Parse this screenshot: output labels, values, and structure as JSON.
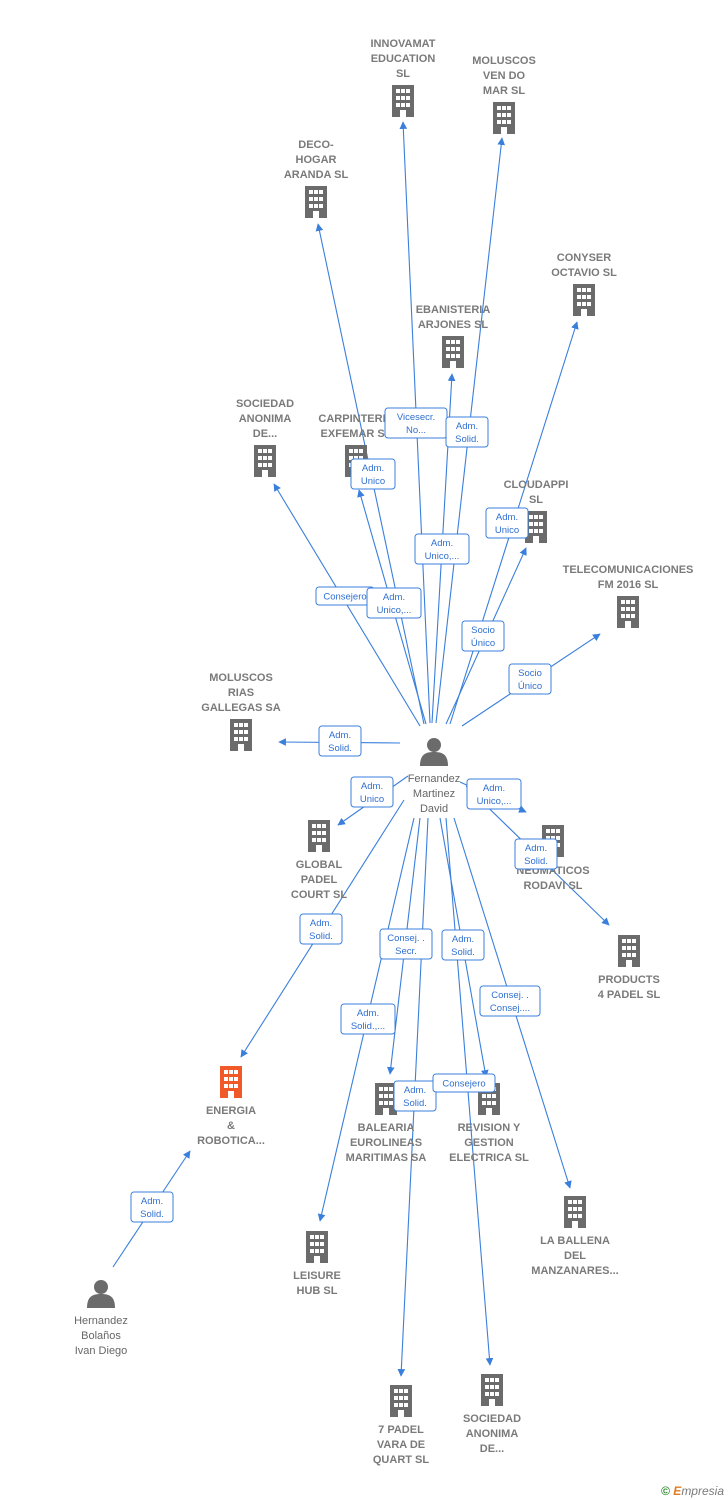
{
  "center": {
    "lines": [
      "Fernandez",
      "Martinez",
      "David"
    ],
    "kind": "person"
  },
  "nodes": [
    {
      "id": "innovamat",
      "lines": [
        "INNOVAMAT",
        "EDUCATION",
        "SL"
      ],
      "kind": "company"
    },
    {
      "id": "moluscos-ven",
      "lines": [
        "MOLUSCOS",
        "VEN DO",
        "MAR  SL"
      ],
      "kind": "company"
    },
    {
      "id": "deco-hogar",
      "lines": [
        "DECO-",
        "HOGAR",
        "ARANDA  SL"
      ],
      "kind": "company"
    },
    {
      "id": "conyser",
      "lines": [
        "CONYSER",
        "OCTAVIO SL"
      ],
      "kind": "company"
    },
    {
      "id": "ebanisteria",
      "lines": [
        "EBANISTERIA",
        "ARJONES  SL"
      ],
      "kind": "company"
    },
    {
      "id": "sociedad-top",
      "lines": [
        "SOCIEDAD",
        "ANONIMA",
        "DE..."
      ],
      "kind": "company"
    },
    {
      "id": "carpinteria",
      "lines": [
        "CARPINTERIA",
        "EXFEMAR  SL"
      ],
      "kind": "company"
    },
    {
      "id": "cloudappi",
      "lines": [
        "CLOUDAPPI",
        "SL"
      ],
      "kind": "company"
    },
    {
      "id": "telecom",
      "lines": [
        "TELECOMUNICACIONES",
        "FM 2016  SL"
      ],
      "kind": "company"
    },
    {
      "id": "moluscos-rias",
      "lines": [
        "MOLUSCOS",
        "RIAS",
        "GALLEGAS SA"
      ],
      "kind": "company"
    },
    {
      "id": "global-padel",
      "lines": [
        "GLOBAL",
        "PADEL",
        "COURT  SL"
      ],
      "kind": "company"
    },
    {
      "id": "neumaticos",
      "lines": [
        "NEUMATICOS",
        "RODAVI SL"
      ],
      "kind": "company"
    },
    {
      "id": "products",
      "lines": [
        "PRODUCTS",
        "4 PADEL  SL"
      ],
      "kind": "company"
    },
    {
      "id": "energia",
      "lines": [
        "ENERGIA",
        "&",
        "ROBOTICA..."
      ],
      "kind": "company-highlight"
    },
    {
      "id": "balearia",
      "lines": [
        "BALEARIA",
        "EUROLINEAS",
        "MARITIMAS SA"
      ],
      "kind": "company"
    },
    {
      "id": "revision",
      "lines": [
        "REVISION Y",
        "GESTION",
        "ELECTRICA SL"
      ],
      "kind": "company"
    },
    {
      "id": "la-ballena",
      "lines": [
        "LA BALLENA",
        "DEL",
        "MANZANARES..."
      ],
      "kind": "company"
    },
    {
      "id": "leisure",
      "lines": [
        "LEISURE",
        "HUB  SL"
      ],
      "kind": "company"
    },
    {
      "id": "hernandez",
      "lines": [
        "Hernandez",
        "Bolaños",
        "Ivan Diego"
      ],
      "kind": "person"
    },
    {
      "id": "7padel",
      "lines": [
        "7 PADEL",
        "VARA DE",
        "QUART  SL"
      ],
      "kind": "company"
    },
    {
      "id": "sociedad-bottom",
      "lines": [
        "SOCIEDAD",
        "ANONIMA",
        "DE..."
      ],
      "kind": "company"
    }
  ],
  "edges": [
    {
      "to": "innovamat",
      "label": [
        "Vicesecr.",
        "No..."
      ]
    },
    {
      "to": "moluscos-ven",
      "label": [
        "Adm.",
        "Solid."
      ]
    },
    {
      "to": "deco-hogar",
      "label": [
        "Adm.",
        "Unico"
      ]
    },
    {
      "to": "conyser",
      "label": [
        "Adm.",
        "Unico"
      ]
    },
    {
      "to": "ebanisteria",
      "label": [
        "Adm.",
        "Unico,..."
      ]
    },
    {
      "to": "sociedad-top",
      "label": [
        "Consejero"
      ]
    },
    {
      "to": "carpinteria",
      "label": [
        "Adm.",
        "Unico,..."
      ]
    },
    {
      "to": "cloudappi",
      "label": [
        "Socio",
        "Único"
      ]
    },
    {
      "to": "telecom",
      "label": [
        "Socio",
        "Único"
      ]
    },
    {
      "to": "moluscos-rias",
      "label": [
        "Adm.",
        "Solid."
      ]
    },
    {
      "to": "global-padel",
      "label": [
        "Adm.",
        "Unico"
      ]
    },
    {
      "to": "neumaticos",
      "label": [
        "Adm.",
        "Unico,..."
      ]
    },
    {
      "to": "products",
      "label": [
        "Adm.",
        "Solid."
      ]
    },
    {
      "to": "energia",
      "label": [
        "Adm.",
        "Solid."
      ]
    },
    {
      "to": "balearia",
      "label": [
        "Consej. .",
        "Secr."
      ]
    },
    {
      "to": "revision",
      "label": [
        "Adm.",
        "Solid."
      ]
    },
    {
      "to": "la-ballena",
      "label": [
        "Consej. .",
        "Consej...."
      ]
    },
    {
      "to": "leisure",
      "label": [
        "Adm.",
        "Solid.,..."
      ]
    },
    {
      "to": "7padel",
      "label": [
        "Adm.",
        "Solid."
      ]
    },
    {
      "to": "sociedad-bottom",
      "label": [
        "Consejero"
      ]
    },
    {
      "from": "hernandez",
      "to": "energia",
      "label": [
        "Adm.",
        "Solid."
      ]
    }
  ],
  "footer": {
    "copyright": "©",
    "brand_initial": "E",
    "brand_rest": "mpresia"
  },
  "colors": {
    "edge": "#3a7fdc",
    "company": "#6b6b6b",
    "highlight": "#f05a28",
    "person": "#6b6b6b"
  }
}
